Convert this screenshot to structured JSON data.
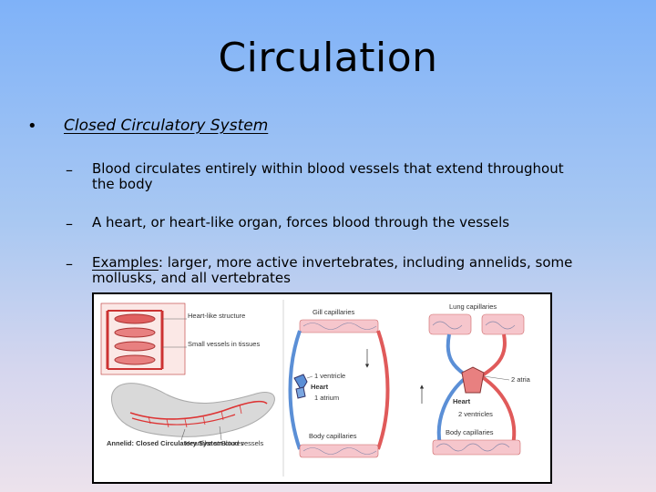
{
  "slide": {
    "title": "Circulation",
    "bullet": "Closed Circulatory System",
    "sub1": "Blood circulates entirely within blood vessels that extend throughout the body",
    "sub2": "A heart, or heart-like organ, forces blood through the vessels",
    "sub3_lead": "Examples",
    "sub3_rest": ": larger, more active invertebrates, including annelids, some mollusks, and all vertebrates"
  },
  "figure": {
    "annelid": {
      "heart_like_structure": "Heart-like structure",
      "small_vessels": "Small vessels in tissues",
      "caption": "Annelid: Closed Circulatory System",
      "heartlike_structures": "Heartlike structures",
      "blood_vessels": "Blood vessels"
    },
    "fish": {
      "gill_capillaries": "Gill capillaries",
      "one_ventricle": "1 ventricle",
      "heart": "Heart",
      "one_atrium": "1 atrium",
      "body_capillaries": "Body capillaries"
    },
    "mammal": {
      "lung_capillaries": "Lung capillaries",
      "two_atria": "2 atria",
      "heart": "Heart",
      "two_ventricles": "2 ventricles",
      "body_capillaries": "Body capillaries"
    }
  }
}
